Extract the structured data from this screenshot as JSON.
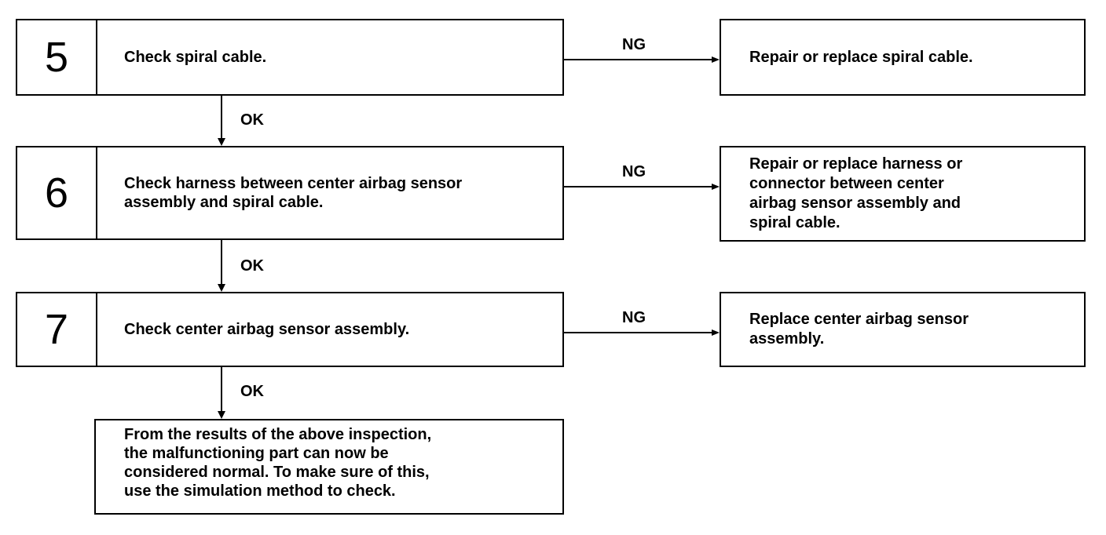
{
  "steps": [
    {
      "number": "5",
      "text": "Check spiral cable."
    },
    {
      "number": "6",
      "text": "Check harness between center airbag sensor\nassembly and spiral cable."
    },
    {
      "number": "7",
      "text": "Check center airbag sensor assembly."
    }
  ],
  "results": [
    {
      "text": "Repair or replace spiral cable."
    },
    {
      "text": "Repair or replace harness or\nconnector between center\nairbag sensor assembly and\nspiral cable."
    },
    {
      "text": "Replace center airbag sensor\nassembly."
    }
  ],
  "labels": {
    "ng": "NG",
    "ok": "OK"
  },
  "final": {
    "text": "From the results of the above inspection,\nthe malfunctioning part can now be\nconsidered normal. To make sure of this,\nuse the simulation method to check."
  }
}
